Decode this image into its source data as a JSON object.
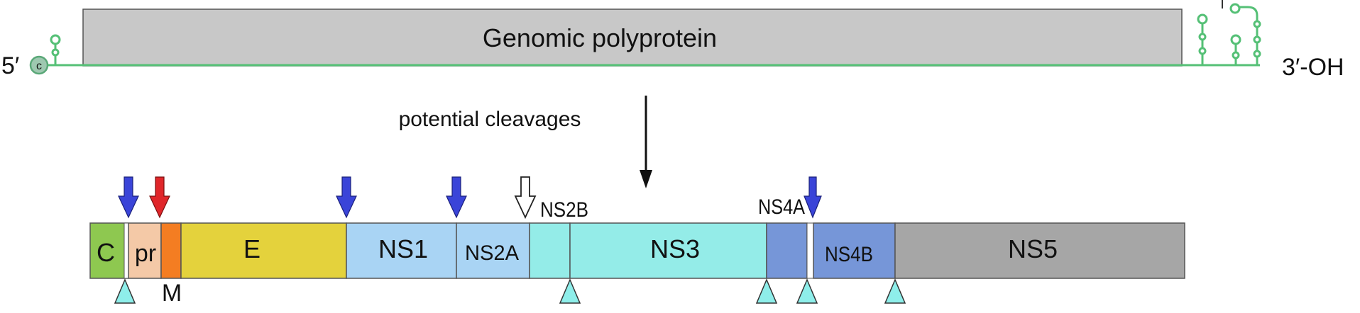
{
  "genome": {
    "five_prime": "5′",
    "cap": "c",
    "three_prime": "3′-OH",
    "polyprotein_label": "Genomic polyprotein"
  },
  "cleavage_label": "potential cleavages",
  "segments": [
    {
      "key": "C",
      "label": "C",
      "color": "#8ec850"
    },
    {
      "key": "pr",
      "label": "pr",
      "color": "#f4c9a7"
    },
    {
      "key": "M",
      "label": "M",
      "color": "#f47d22"
    },
    {
      "key": "E",
      "label": "E",
      "color": "#e4d23c"
    },
    {
      "key": "NS1",
      "label": "NS1",
      "color": "#a9d4f4"
    },
    {
      "key": "NS2A",
      "label": "NS2A",
      "color": "#a9d4f4"
    },
    {
      "key": "NS2B",
      "label": "NS2B",
      "color": "#94ece8"
    },
    {
      "key": "NS3",
      "label": "NS3",
      "color": "#94ece8"
    },
    {
      "key": "NS4A",
      "label": "NS4A",
      "color": "#7696d8"
    },
    {
      "key": "NS4B",
      "label": "NS4B",
      "color": "#7696d8"
    },
    {
      "key": "NS5",
      "label": "NS5",
      "color": "#a6a6a6"
    }
  ],
  "cleavage_colors": {
    "host_signalase": "#3a44d8",
    "furin": "#e0262a",
    "unknown": "#ffffff",
    "viral_protease": "#8eeeea"
  }
}
